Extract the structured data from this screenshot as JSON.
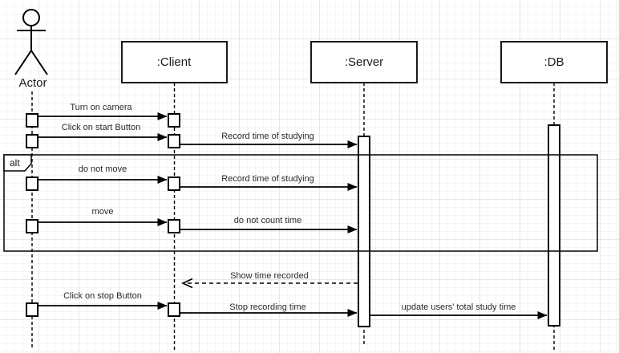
{
  "diagram": {
    "type": "uml-sequence",
    "actor": {
      "label": "Actor"
    },
    "lifelines": [
      {
        "label": ":Client"
      },
      {
        "label": ":Server"
      },
      {
        "label": ":DB"
      }
    ],
    "fragment": {
      "operator": "alt"
    },
    "messages": [
      {
        "label": "Turn on camera",
        "from": "Actor",
        "to": ":Client",
        "line": "solid"
      },
      {
        "label": "Click on start Button",
        "from": "Actor",
        "to": ":Client",
        "line": "solid"
      },
      {
        "label": "Record time of studying",
        "from": ":Client",
        "to": ":Server",
        "line": "solid"
      },
      {
        "label": "do not move",
        "from": "Actor",
        "to": ":Client",
        "line": "solid"
      },
      {
        "label": "Record time of studying",
        "from": ":Client",
        "to": ":Server",
        "line": "solid"
      },
      {
        "label": "move",
        "from": "Actor",
        "to": ":Client",
        "line": "solid"
      },
      {
        "label": "do not count time",
        "from": ":Client",
        "to": ":Server",
        "line": "solid"
      },
      {
        "label": "Show time recorded",
        "from": ":Server",
        "to": ":Client",
        "line": "dashed-return"
      },
      {
        "label": "Click on stop Button",
        "from": "Actor",
        "to": ":Client",
        "line": "solid"
      },
      {
        "label": "Stop recording time",
        "from": ":Client",
        "to": ":Server",
        "line": "solid"
      },
      {
        "label": "update users' total study time",
        "from": ":Server",
        "to": ":DB",
        "line": "solid"
      }
    ],
    "colors": {
      "stroke": "#000000",
      "background": "#ffffff",
      "text": "#2a2a2a",
      "grid_minor": "#f5f5f5",
      "grid_major": "#e7e7e7"
    }
  }
}
